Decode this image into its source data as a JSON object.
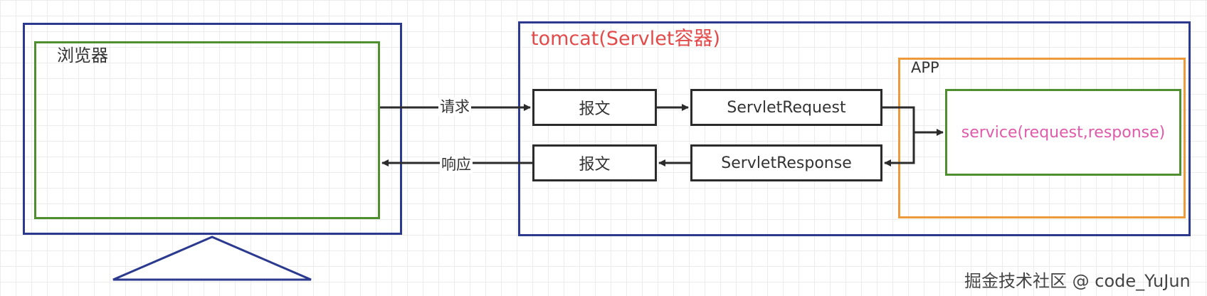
{
  "browser": {
    "label": "浏览器"
  },
  "tomcat": {
    "title": "tomcat(Servlet容器)"
  },
  "app": {
    "label": "APP"
  },
  "nodes": {
    "request_message": "报文",
    "servlet_request": "ServletRequest",
    "service": "service(request,response)",
    "servlet_response": "ServletResponse",
    "response_message": "报文"
  },
  "edges": {
    "request": "请求",
    "response": "响应"
  },
  "watermark": {
    "text": "掘金技术社区 @ code_YuJun"
  },
  "colors": {
    "container_border": "#2b3a8f",
    "screen_border": "#4f8f2f",
    "app_border": "#ec9a3c",
    "tomcat_title": "#e34a4a",
    "service_text": "#e05aaa",
    "node_border": "#2b2b2b"
  }
}
